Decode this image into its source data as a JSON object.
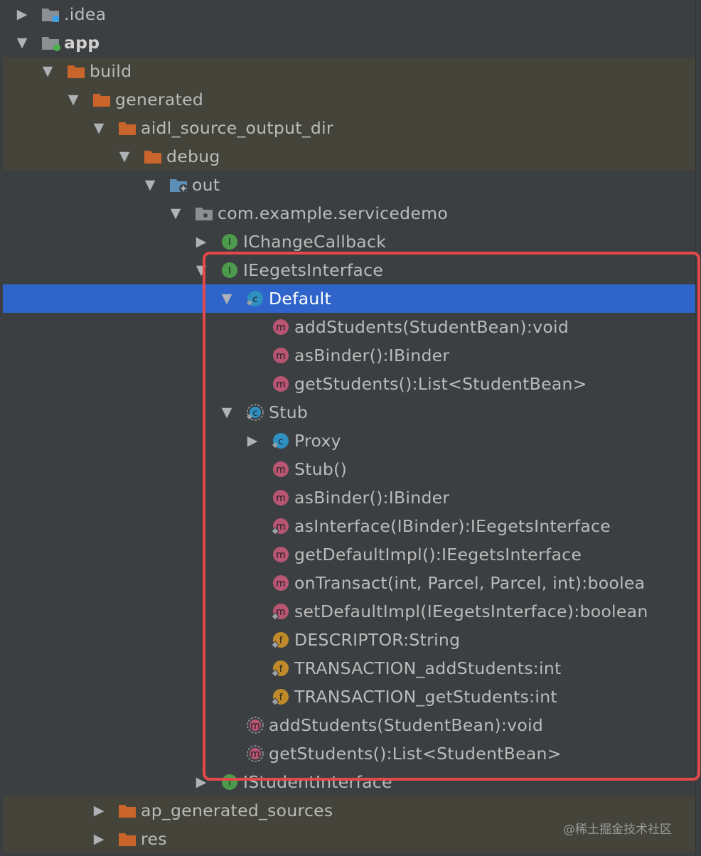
{
  "tree": [
    {
      "label": "idea",
      "prefix": ".",
      "arrow": "collapsed",
      "icon": "folder-config-icon",
      "depth": 0,
      "bg": "none"
    },
    {
      "label": "app",
      "arrow": "expanded",
      "icon": "module-folder-icon",
      "depth": 0,
      "bg": "none",
      "bold": true
    },
    {
      "label": "build",
      "arrow": "expanded",
      "icon": "excluded-folder-icon",
      "depth": 1,
      "bg": "olive"
    },
    {
      "label": "generated",
      "arrow": "expanded",
      "icon": "excluded-folder-icon",
      "depth": 2,
      "bg": "olive"
    },
    {
      "label": "aidl_source_output_dir",
      "arrow": "expanded",
      "icon": "excluded-folder-icon",
      "depth": 3,
      "bg": "olive"
    },
    {
      "label": "debug",
      "arrow": "expanded",
      "icon": "excluded-folder-icon",
      "depth": 4,
      "bg": "olive"
    },
    {
      "label": "out",
      "arrow": "expanded",
      "icon": "generated-source-folder-icon",
      "depth": 5,
      "bg": "none"
    },
    {
      "label": "com.example.servicedemo",
      "arrow": "expanded",
      "icon": "package-icon",
      "depth": 6,
      "bg": "none"
    },
    {
      "label": "IChangeCallback",
      "arrow": "collapsed",
      "icon": "interface-icon",
      "depth": 7,
      "bg": "none"
    },
    {
      "label": "IEegetsInterface",
      "arrow": "expanded",
      "icon": "interface-icon",
      "depth": 7,
      "bg": "none"
    },
    {
      "label": "Default",
      "arrow": "expanded",
      "icon": "class-icon",
      "depth": 8,
      "bg": "selected"
    },
    {
      "label": "addStudents(StudentBean):void",
      "arrow": "none",
      "icon": "method-icon",
      "depth": 9,
      "bg": "none"
    },
    {
      "label": "asBinder():IBinder",
      "arrow": "none",
      "icon": "method-icon",
      "depth": 9,
      "bg": "none"
    },
    {
      "label": "getStudents():List<StudentBean>",
      "arrow": "none",
      "icon": "method-icon",
      "depth": 9,
      "bg": "none"
    },
    {
      "label": "Stub",
      "arrow": "expanded",
      "icon": "abstract-class-icon",
      "depth": 8,
      "bg": "none"
    },
    {
      "label": "Proxy",
      "arrow": "collapsed",
      "icon": "class-icon",
      "depth": 9,
      "bg": "none"
    },
    {
      "label": "Stub()",
      "arrow": "none",
      "icon": "method-icon",
      "depth": 9,
      "bg": "none"
    },
    {
      "label": "asBinder():IBinder",
      "arrow": "none",
      "icon": "method-icon",
      "depth": 9,
      "bg": "none"
    },
    {
      "label": "asInterface(IBinder):IEegetsInterface",
      "arrow": "none",
      "icon": "static-method-icon",
      "depth": 9,
      "bg": "none"
    },
    {
      "label": "getDefaultImpl():IEegetsInterface",
      "arrow": "none",
      "icon": "method-icon",
      "depth": 9,
      "bg": "none"
    },
    {
      "label": "onTransact(int, Parcel, Parcel, int):boolea",
      "arrow": "none",
      "icon": "method-icon",
      "depth": 9,
      "bg": "none"
    },
    {
      "label": "setDefaultImpl(IEegetsInterface):boolean",
      "arrow": "none",
      "icon": "static-method-icon",
      "depth": 9,
      "bg": "none"
    },
    {
      "label": "DESCRIPTOR:String",
      "arrow": "none",
      "icon": "static-field-icon",
      "depth": 9,
      "bg": "none"
    },
    {
      "label": "TRANSACTION_addStudents:int",
      "arrow": "none",
      "icon": "static-field-icon",
      "depth": 9,
      "bg": "none"
    },
    {
      "label": "TRANSACTION_getStudents:int",
      "arrow": "none",
      "icon": "static-field-icon",
      "depth": 9,
      "bg": "none"
    },
    {
      "label": "addStudents(StudentBean):void",
      "arrow": "none",
      "icon": "abstract-method-icon",
      "depth": 8,
      "bg": "none"
    },
    {
      "label": "getStudents():List<StudentBean>",
      "arrow": "none",
      "icon": "abstract-method-icon",
      "depth": 8,
      "bg": "none"
    },
    {
      "label": "IStudentInterface",
      "arrow": "collapsed",
      "icon": "interface-icon",
      "depth": 7,
      "bg": "none"
    },
    {
      "label": "ap_generated_sources",
      "arrow": "collapsed",
      "icon": "excluded-folder-icon",
      "depth": 3,
      "bg": "olive"
    },
    {
      "label": "res",
      "arrow": "collapsed",
      "icon": "excluded-folder-icon",
      "depth": 3,
      "bg": "olive"
    }
  ],
  "watermark": "@稀土掘金技术社区",
  "colors": {
    "background": "#3c3f41",
    "excluded_row": "#45443b",
    "selection": "#2f65ca",
    "highlight_box": "#e5484a",
    "folder_orange": "#c9652a",
    "interface_green": "#4e9a4c",
    "class_blue": "#2f8fc0",
    "method_pink": "#b85674",
    "field_gold": "#c08a2a"
  }
}
